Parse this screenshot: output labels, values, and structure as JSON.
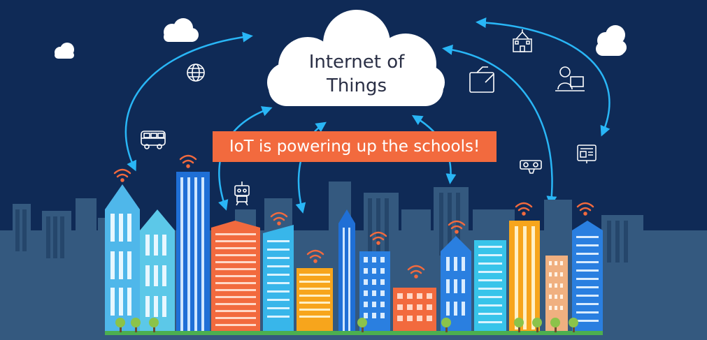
{
  "cloud": {
    "line1": "Internet of",
    "line2": "Things"
  },
  "banner": {
    "text": "IoT is powering up the schools!"
  },
  "colors": {
    "sky": "#0f2a56",
    "skyline_back": "#3a5f86",
    "arrow": "#29b6f6",
    "banner": "#f26a3e",
    "wifi": "#f26a3e",
    "grass": "#4caf50"
  },
  "icons": [
    "globe-icon",
    "bus-icon",
    "robot-icon",
    "school-building-icon",
    "tablet-icon",
    "teacher-computer-icon",
    "projector-icon",
    "news-monitor-icon"
  ]
}
